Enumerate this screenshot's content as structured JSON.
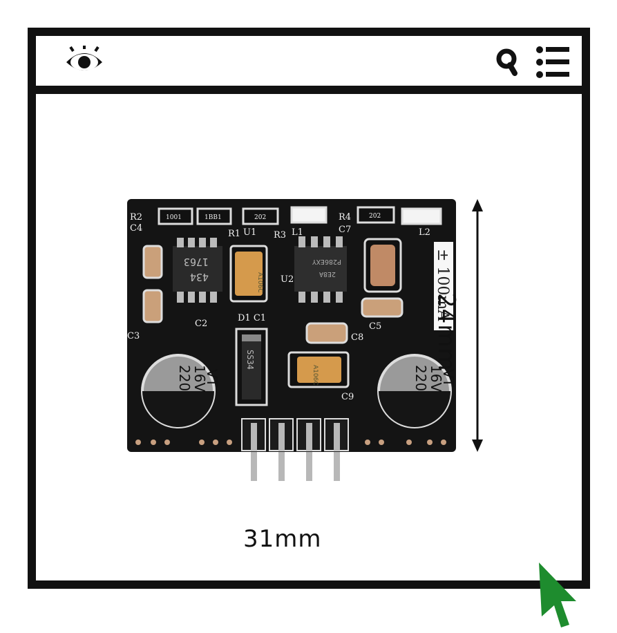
{
  "toolbar": {
    "icons": [
      "eye-icon",
      "search-icon",
      "menu-list-icon"
    ]
  },
  "product": {
    "width_label": "31mm",
    "height_label": "24mm",
    "current_label": "± 100mA",
    "silkscreen": {
      "r2": "R2",
      "c4": "C4",
      "r1": "R1",
      "u1": "U1",
      "r3": "R3",
      "l1": "L1",
      "r4": "R4",
      "c7": "C7",
      "l2": "L2",
      "u2": "U2",
      "c2": "C2",
      "c3": "C3",
      "c8": "C8",
      "c5": "C5",
      "d1c1": "D1 C1",
      "c9": "C9"
    },
    "chips": {
      "res1": "1001",
      "res2": "1BB1",
      "res3": "202",
      "res4": "202",
      "ic1_line1": "1763",
      "ic1_line2": "434",
      "ic2_line1": "P286EXY",
      "ic2_line2": "2E8A",
      "diode": "SS34",
      "tant1": "A106C",
      "tant2": "A106C"
    },
    "cap_left": {
      "line1": "220",
      "line2": "16V",
      "line3": "VT"
    },
    "cap_right": {
      "line1": "220",
      "line2": "16V",
      "line3": "VT"
    }
  },
  "colors": {
    "frame": "#111111",
    "pcb": "#141414",
    "cursor": "#1e8c2e"
  }
}
